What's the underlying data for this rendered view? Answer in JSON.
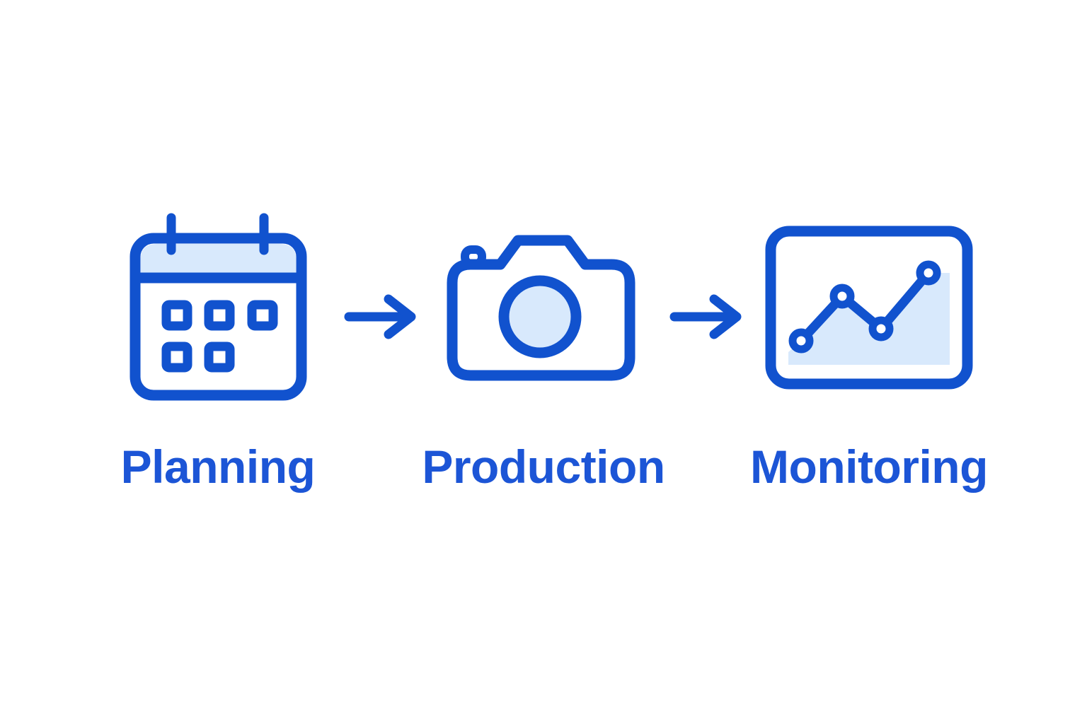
{
  "diagram": {
    "kind": "process-flow",
    "colors": {
      "accent": "#1152CE",
      "light_fill": "#D8E9FC",
      "label_text": "#1C55D6",
      "background": "#FFFFFF"
    },
    "steps": [
      {
        "id": "planning",
        "label": "Planning",
        "icon": "calendar-icon"
      },
      {
        "id": "production",
        "label": "Production",
        "icon": "camera-icon"
      },
      {
        "id": "monitoring",
        "label": "Monitoring",
        "icon": "line-chart-monitor-icon"
      }
    ],
    "connectors": [
      {
        "icon": "arrow-right-icon",
        "direction": "right"
      },
      {
        "icon": "arrow-right-icon",
        "direction": "right"
      }
    ]
  }
}
